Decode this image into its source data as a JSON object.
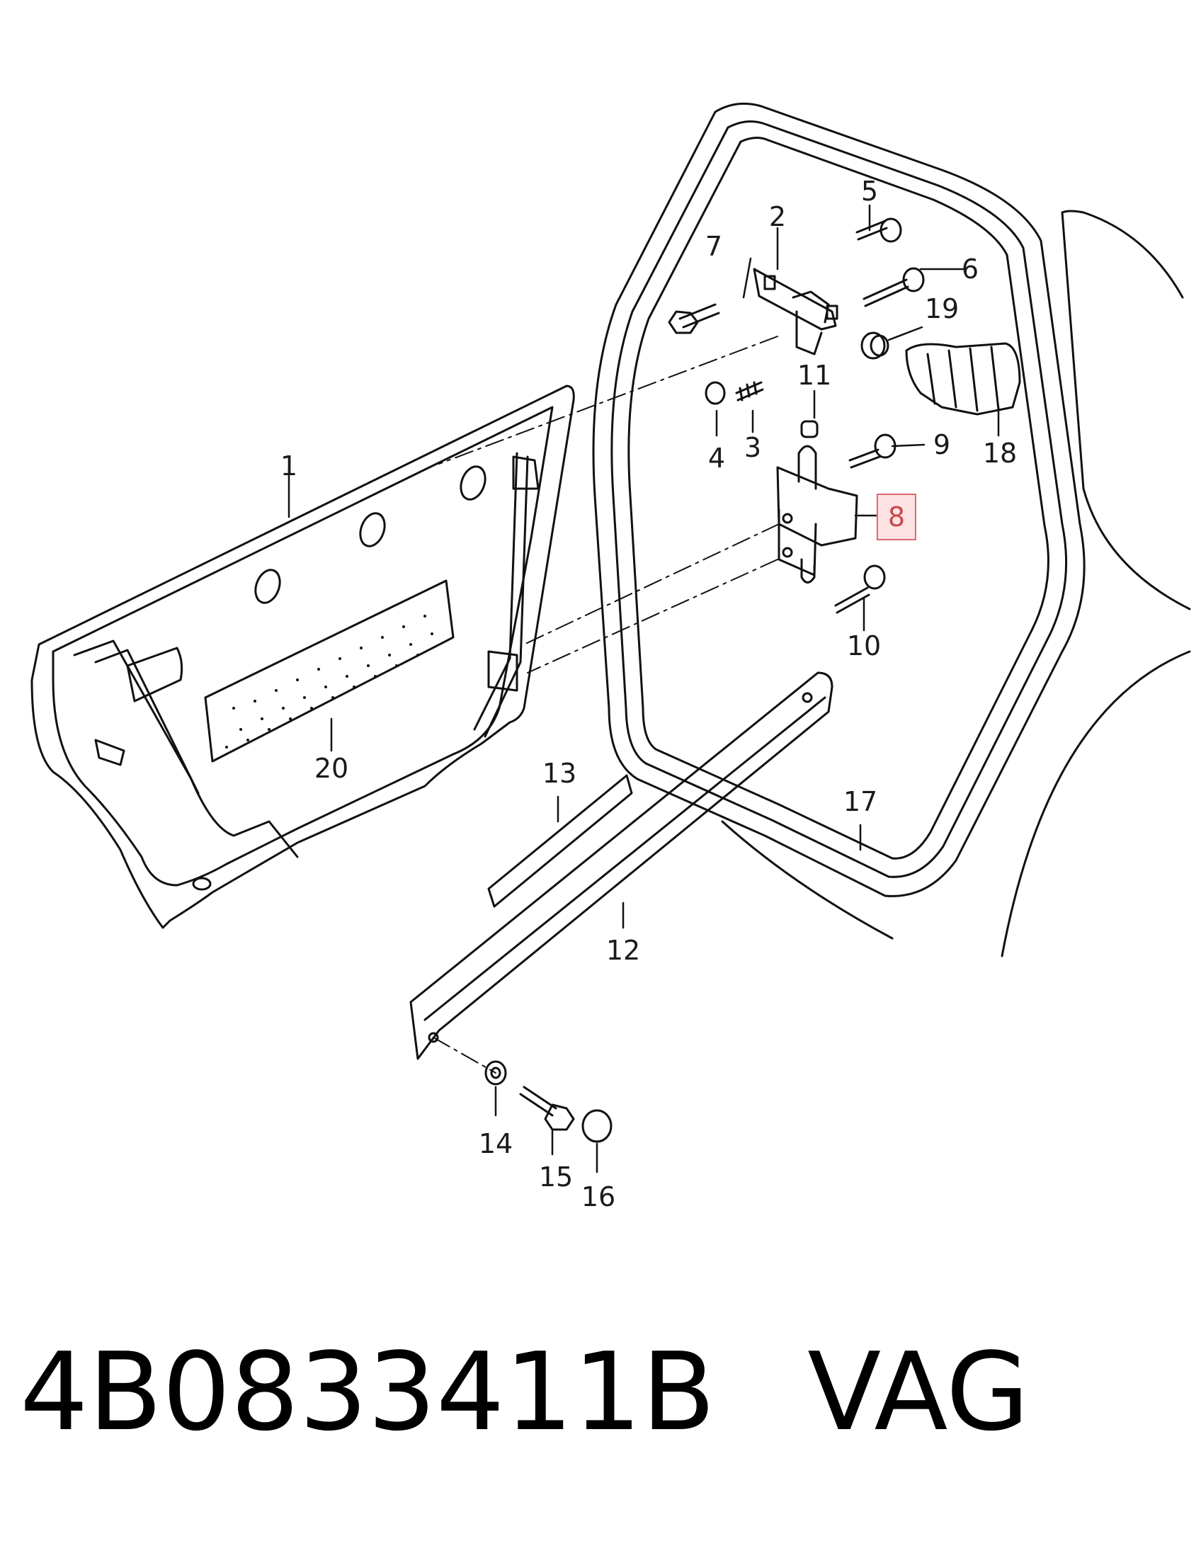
{
  "diagram": {
    "callouts": [
      {
        "id": "1",
        "text": "1"
      },
      {
        "id": "2",
        "text": "2"
      },
      {
        "id": "3",
        "text": "3"
      },
      {
        "id": "4",
        "text": "4"
      },
      {
        "id": "5",
        "text": "5"
      },
      {
        "id": "6",
        "text": "6"
      },
      {
        "id": "7",
        "text": "7"
      },
      {
        "id": "8",
        "text": "8",
        "highlighted": true
      },
      {
        "id": "9",
        "text": "9"
      },
      {
        "id": "10",
        "text": "10"
      },
      {
        "id": "11",
        "text": "11"
      },
      {
        "id": "12",
        "text": "12"
      },
      {
        "id": "13",
        "text": "13"
      },
      {
        "id": "14",
        "text": "14"
      },
      {
        "id": "15",
        "text": "15"
      },
      {
        "id": "16",
        "text": "16"
      },
      {
        "id": "17",
        "text": "17"
      },
      {
        "id": "18",
        "text": "18"
      },
      {
        "id": "19",
        "text": "19"
      },
      {
        "id": "20",
        "text": "20"
      }
    ],
    "highlight_color": "#fde2e4",
    "highlight_border": "#d86a70"
  },
  "footer": {
    "part_number": "4B0833411B",
    "brand": "VAG"
  }
}
